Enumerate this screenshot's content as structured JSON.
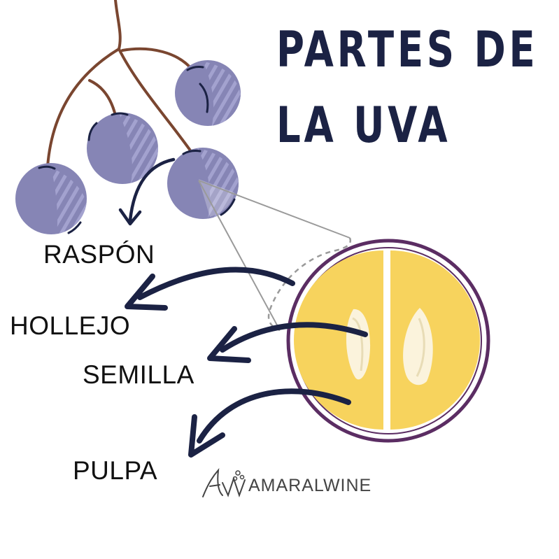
{
  "title": {
    "line1": "PARTES DE",
    "line2": "LA UVA"
  },
  "labels": {
    "raspon": "RASPÓN",
    "hollejo": "HOLLEJO",
    "semilla": "SEMILLA",
    "pulpa": "PULPA"
  },
  "brand": {
    "name": "AMARALWINE",
    "logo_icon": "aw-monogram-icon"
  },
  "colors": {
    "navy": "#1b2244",
    "stem": "#7a4630",
    "grape": "#8685b5",
    "grape_stripe": "#a3a2cf",
    "pulp": "#f7d35d",
    "skin_ring": "#5b2d63",
    "seed": "#fbf3dc"
  }
}
